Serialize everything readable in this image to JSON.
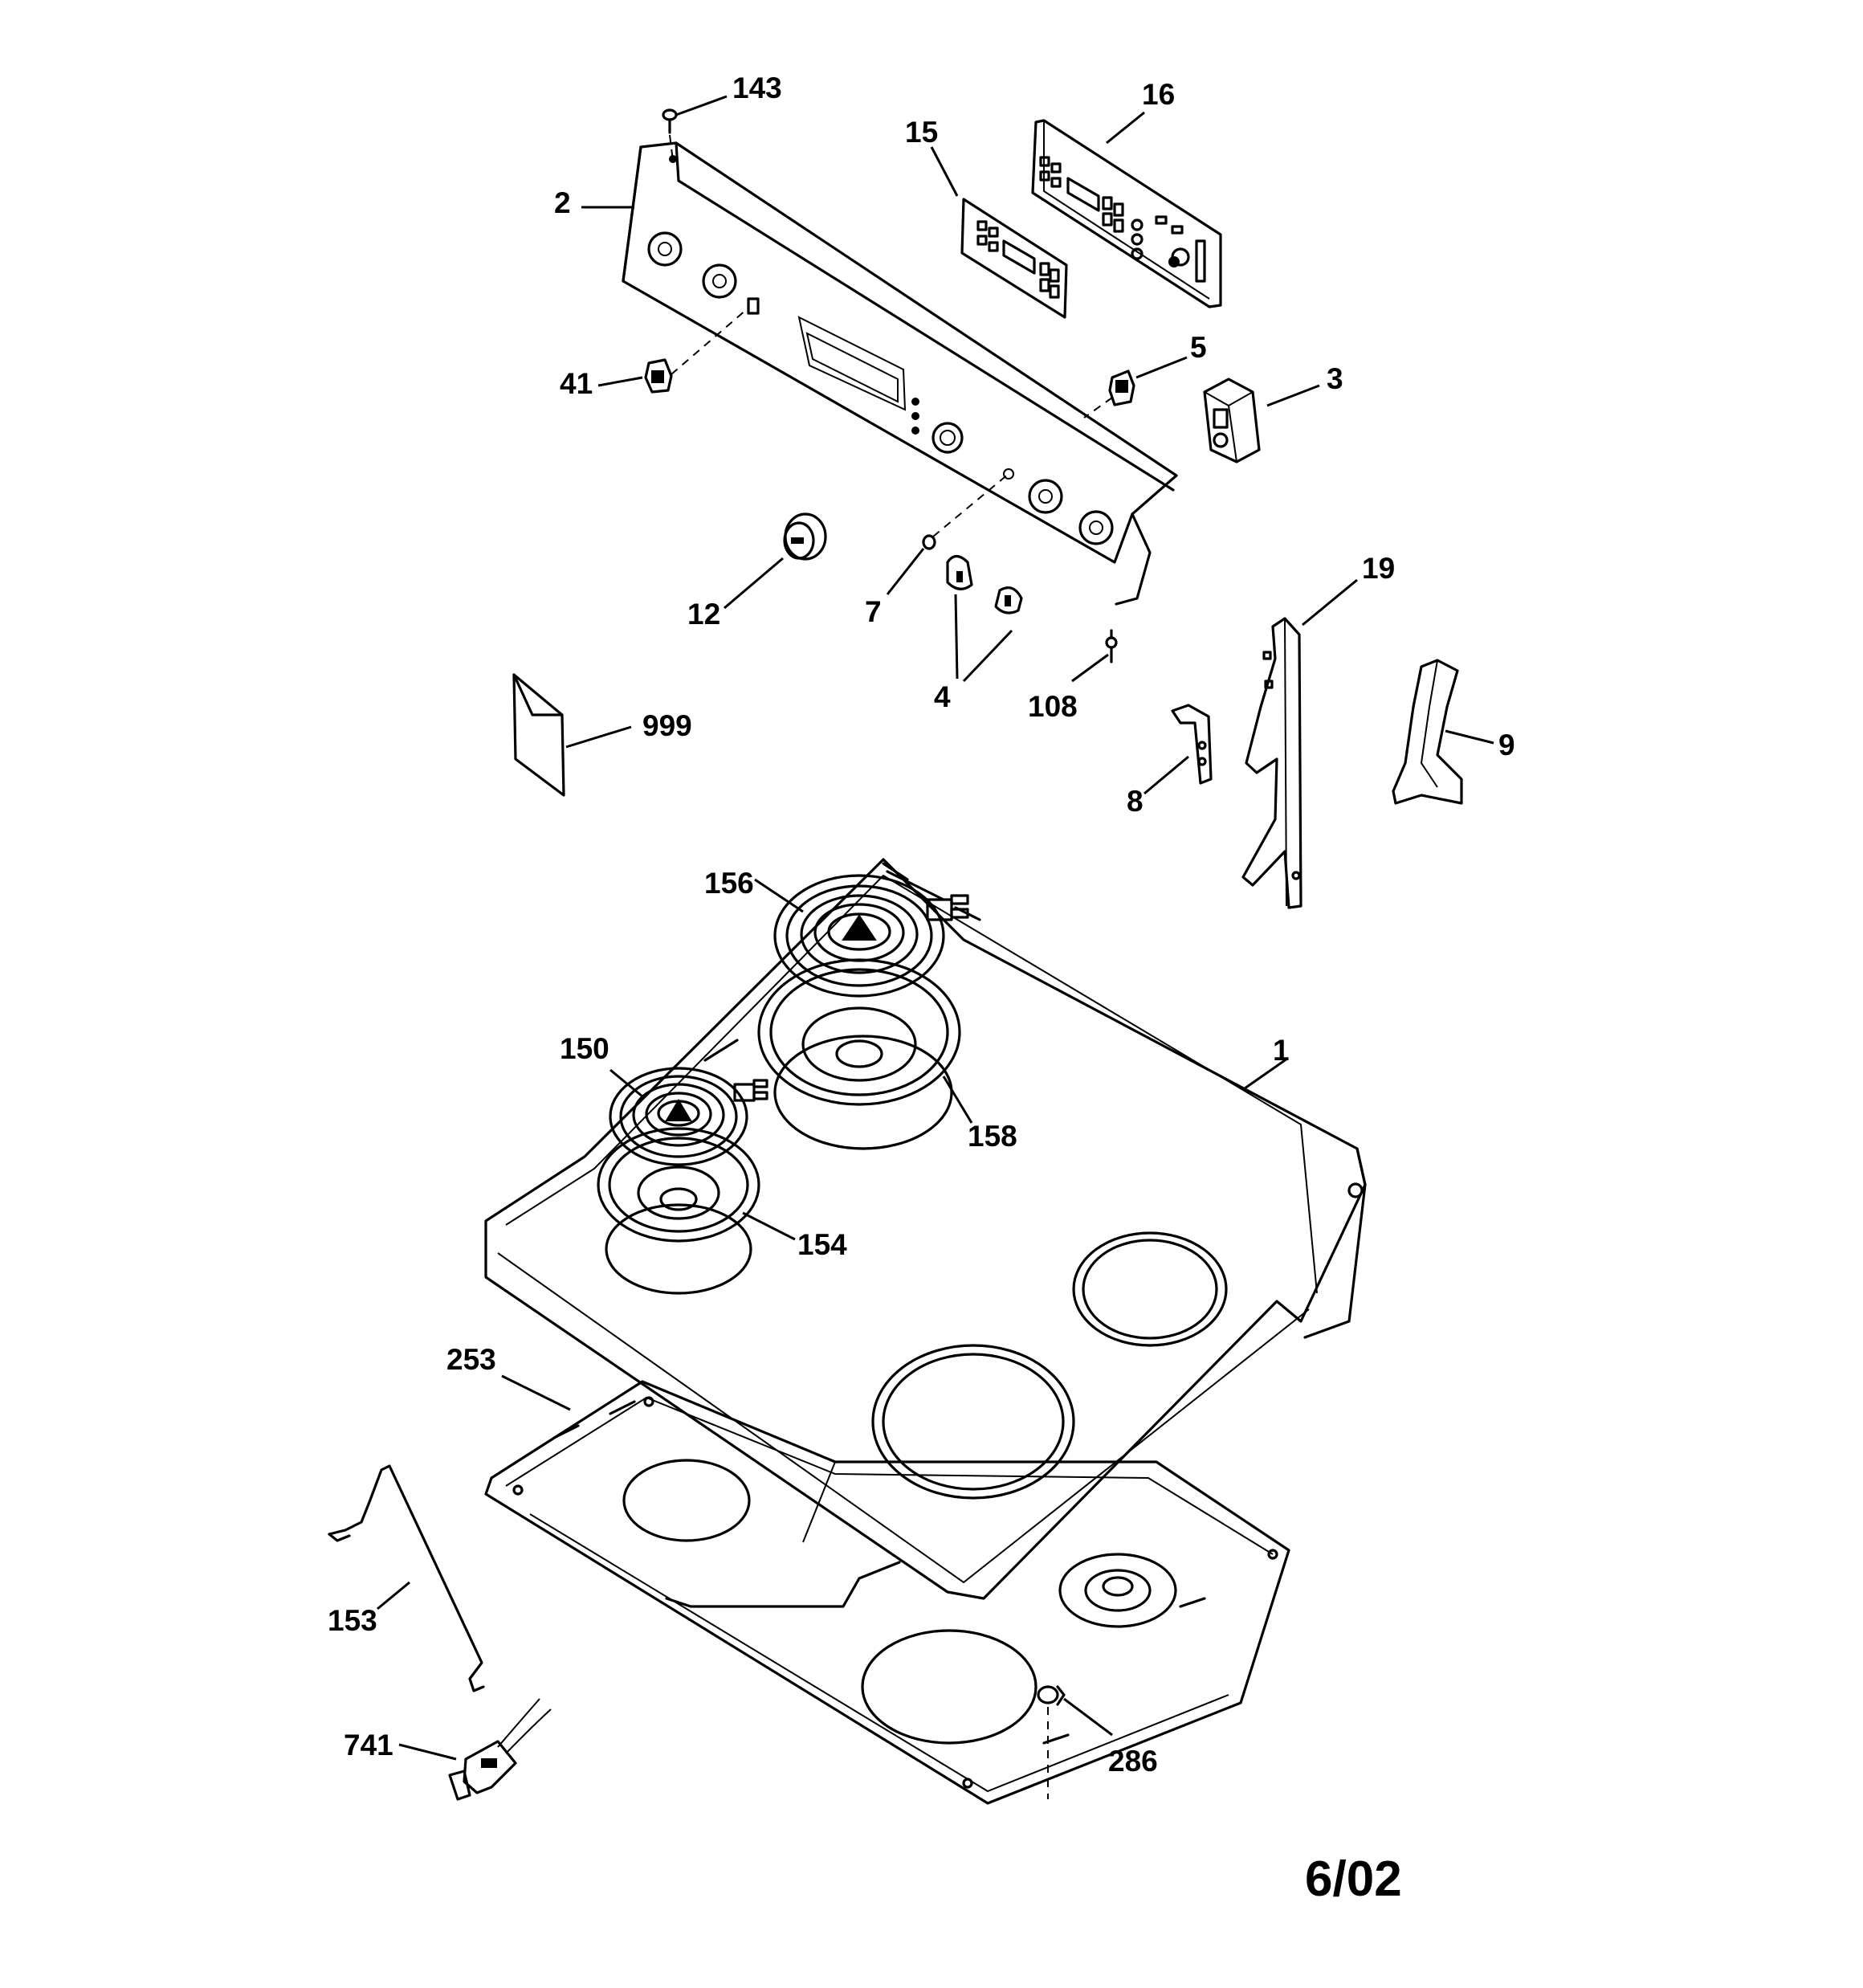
{
  "callouts": {
    "c143": "143",
    "c16": "16",
    "c15": "15",
    "c2": "2",
    "c41": "41",
    "c5": "5",
    "c3": "3",
    "c12": "12",
    "c7": "7",
    "c4": "4",
    "c108": "108",
    "c19": "19",
    "c999": "999",
    "c9": "9",
    "c8": "8",
    "c156": "156",
    "c1": "1",
    "c150": "150",
    "c158": "158",
    "c154": "154",
    "c253": "253",
    "c153": "153",
    "c741": "741",
    "c286": "286"
  },
  "date_code": "6/02"
}
